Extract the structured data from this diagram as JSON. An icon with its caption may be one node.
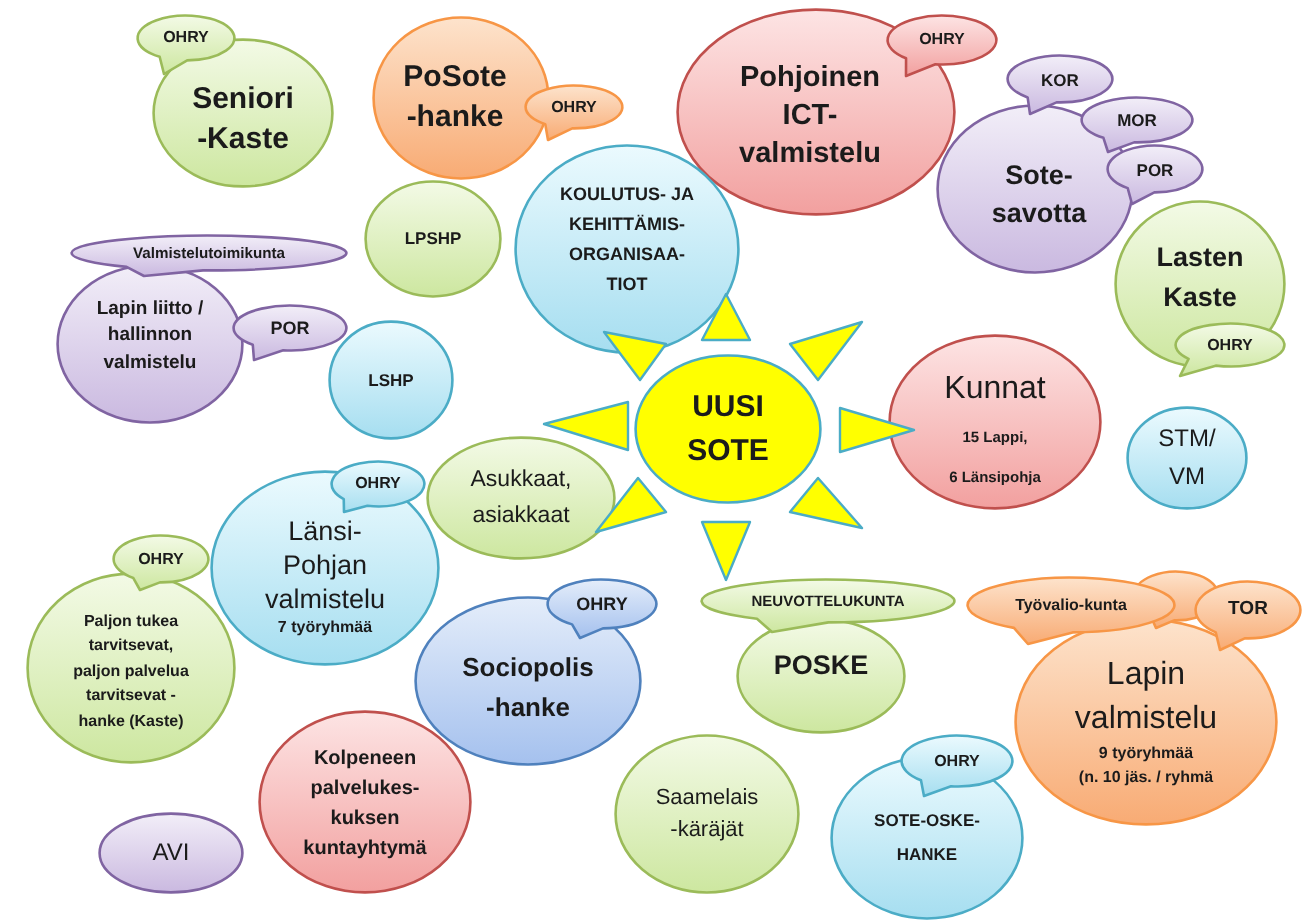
{
  "diagram": {
    "nodes": [
      {
        "text": [
          "OHRY"
        ]
      },
      {
        "text": [
          "Seniori -Kaste"
        ]
      },
      {
        "text": [
          "PoSote -hanke"
        ]
      },
      {
        "text": [
          "OHRY"
        ]
      },
      {
        "text": [
          "Pohjoinen ICT- valmistelu"
        ]
      },
      {
        "text": [
          "OHRY"
        ]
      },
      {
        "text": [
          "KOR"
        ]
      },
      {
        "text": [
          "MOR"
        ]
      },
      {
        "text": [
          "POR"
        ]
      },
      {
        "text": [
          "Sote- savotta"
        ]
      },
      {
        "text": [
          "LPSHP"
        ]
      },
      {
        "text": [
          "KOULUTUS- JA KEHITTÄMIS- ORGANISAA- TIOT"
        ]
      },
      {
        "text": [
          "Lasten Kaste"
        ]
      },
      {
        "text": [
          "OHRY"
        ]
      },
      {
        "text": [
          "Valmistelutoimikunta"
        ]
      },
      {
        "text": [
          "Lapin liitto / hallinnon valmistelu"
        ]
      },
      {
        "text": [
          "POR"
        ]
      },
      {
        "text": [
          "LSHP"
        ]
      },
      {
        "text": [
          "UUSI SOTE"
        ]
      },
      {
        "text": [
          "Kunnat",
          "15 Lappi,",
          "6 Länsipohja"
        ]
      },
      {
        "text": [
          "STM/ VM"
        ]
      },
      {
        "text": [
          "Asukkaat, asiakkaat"
        ]
      },
      {
        "text": [
          "OHRY"
        ]
      },
      {
        "text": [
          "Länsi- Pohjan valmistelu",
          "7 työryhmää"
        ]
      },
      {
        "text": [
          "OHRY"
        ]
      },
      {
        "text": [
          "Paljon tukea tarvitsevat, paljon palvelua tarvitsevat - hanke (Kaste)"
        ]
      },
      {
        "text": [
          "OHRY"
        ]
      },
      {
        "text": [
          "Sociopolis -hanke"
        ]
      },
      {
        "text": [
          "NEUVOTTELUKUNTA"
        ]
      },
      {
        "text": [
          "POSKE"
        ]
      },
      {
        "text": [],
        "shape": "callout"
      },
      {
        "text": [
          "Työvalio-kunta"
        ]
      },
      {
        "text": [
          "TOR"
        ]
      },
      {
        "text": [
          "Lapin valmistelu",
          "9 työryhmää",
          "(n. 10 jäs. / ryhmä"
        ]
      },
      {
        "text": [
          "Kolpeneen palvelukes- kuksen kuntayhtymä"
        ]
      },
      {
        "text": [
          "AVI"
        ]
      },
      {
        "text": [
          "Saamelais -käräjät"
        ]
      },
      {
        "text": [
          "OHRY"
        ]
      },
      {
        "text": [
          "SOTE-OSKE- HANKE"
        ]
      }
    ]
  }
}
